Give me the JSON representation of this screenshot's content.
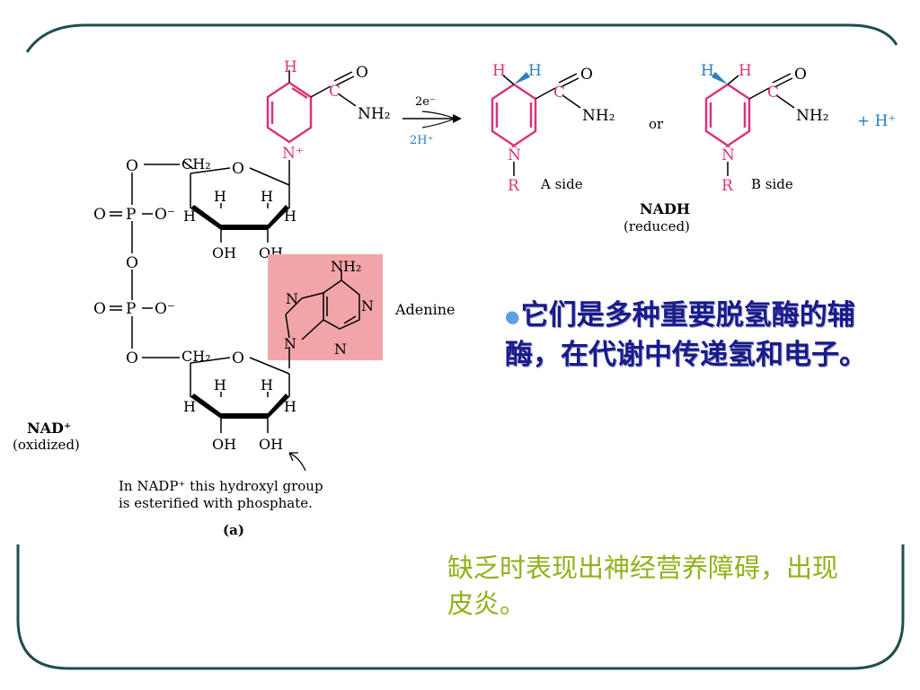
{
  "diagram": {
    "arrow_above": "2e⁻",
    "arrow_below": "2H⁺",
    "or_word": "or",
    "plus_h": "+ H⁺",
    "a_side": "A side",
    "b_side": "B side",
    "nadh_title": "NADH",
    "nadh_subtitle": "(reduced)",
    "nad_title": "NAD⁺",
    "nad_subtitle": "(oxidized)",
    "adenine": "Adenine",
    "caption_line1": "In NADP⁺ this hydroxyl group",
    "caption_line2": "is esterified with phosphate.",
    "panel_label": "(a)",
    "atoms": {
      "H": "H",
      "O": "O",
      "N": "N",
      "Nplus": "N⁺",
      "Ndot": "N̈",
      "R": "R",
      "NH2": "NH₂",
      "CH2": "CH₂",
      "P": "P",
      "Ominus": "O⁻",
      "OH": "OH",
      "C": "C"
    }
  },
  "notes": {
    "blue_bullet": "●",
    "blue_text": "它们是多种重要脱氢酶的辅酶，在代谢中传递氢和电子。",
    "green_text": "缺乏时表现出神经营养障碍，出现皮炎。"
  },
  "colors": {
    "frame": "#1f4f4f",
    "nicotinamide": "#d8347a",
    "adenine_box": "#f2a5a8",
    "hydride_blue": "#2a7fc0",
    "blue_text": "#1a1a8c",
    "green_text": "#8fb21a"
  }
}
